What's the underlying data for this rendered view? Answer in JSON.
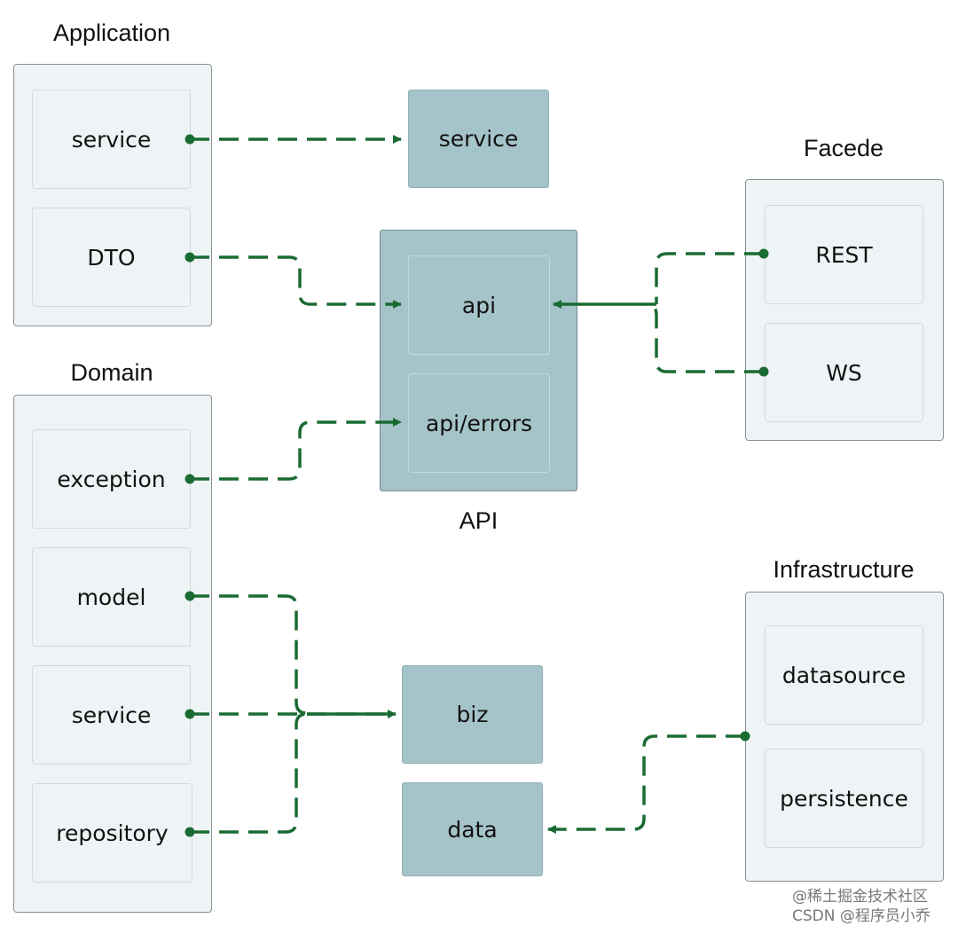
{
  "groups": {
    "application": {
      "title": "Application",
      "items": [
        "service",
        "DTO"
      ]
    },
    "domain": {
      "title": "Domain",
      "items": [
        "exception",
        "model",
        "service",
        "repository"
      ]
    },
    "facade": {
      "title": "Facede",
      "items": [
        "REST",
        "WS"
      ]
    },
    "infrastructure": {
      "title": "Infrastructure",
      "items": [
        "datasource",
        "persistence"
      ]
    },
    "api": {
      "title": "API",
      "items": [
        "api",
        "api/errors"
      ]
    }
  },
  "targets": {
    "service": "service",
    "biz": "biz",
    "data": "data"
  },
  "colors": {
    "connector": "#1a6b32",
    "teal": "#a5c4ca",
    "panel": "#eef4f5"
  },
  "watermark": {
    "line1": "@稀土掘金技术社区",
    "line2": "CSDN @程序员小乔"
  }
}
